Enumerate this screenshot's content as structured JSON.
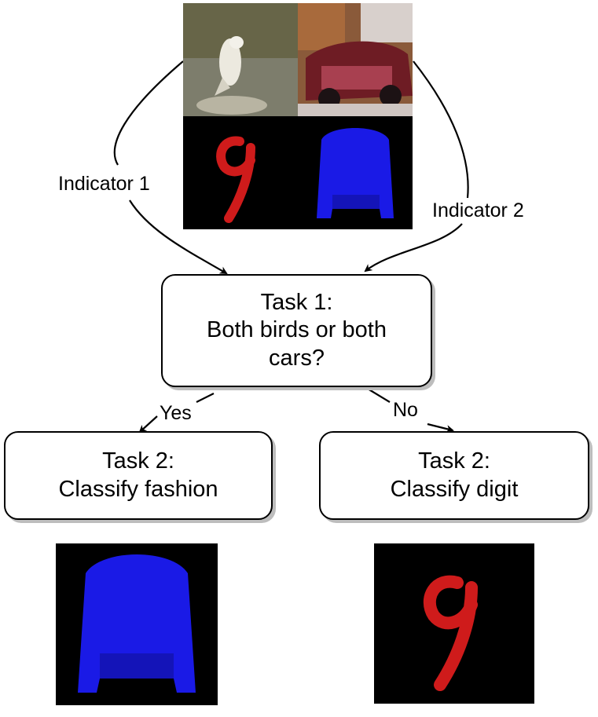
{
  "indicators": {
    "left": "Indicator 1",
    "right": "Indicator 2"
  },
  "task1": {
    "line1": "Task 1:",
    "line2": "Both birds or both",
    "line3": "cars?"
  },
  "branches": {
    "yes": "Yes",
    "no": "No"
  },
  "task2_left": {
    "line1": "Task 2:",
    "line2": "Classify fashion"
  },
  "task2_right": {
    "line1": "Task 2:",
    "line2": "Classify digit"
  },
  "colors": {
    "fashion_blue": "#1a1ae6",
    "digit_red": "#e61e1e",
    "background_black": "#000000"
  }
}
